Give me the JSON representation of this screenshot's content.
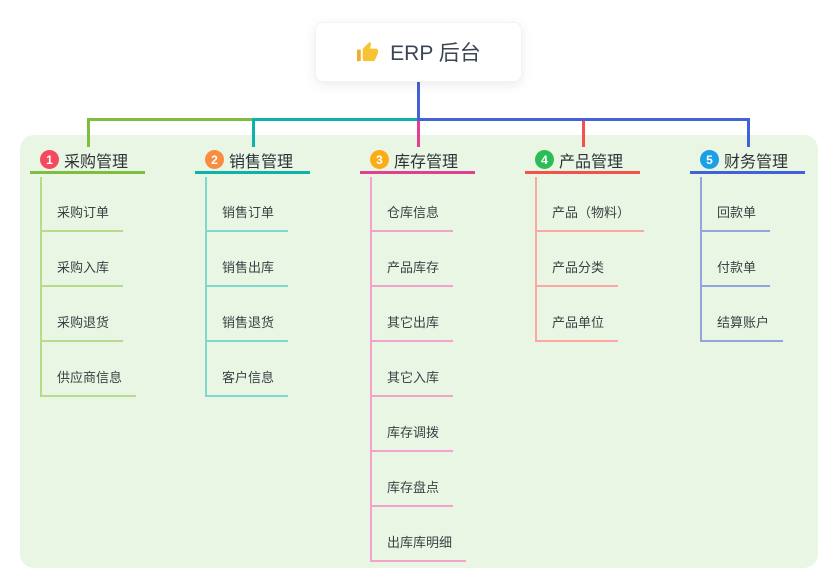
{
  "root": {
    "title": "ERP 后台",
    "icon": "thumbs-up",
    "icon_hand_color": "#f7c334",
    "icon_cuff_color": "#eeae2f",
    "card_bg": "#ffffff",
    "text_color": "#3b4554",
    "drop_line_color": "#4562d5"
  },
  "panel": {
    "bg_color": "#eaf6e4"
  },
  "rail": {
    "segment_colors": [
      "#7cbe3f",
      "#0db3ab",
      "#4562d5"
    ]
  },
  "branches": [
    {
      "badge": "1",
      "badge_color": "#f5495f",
      "label": "采购管理",
      "line_color": "#7cbe3f",
      "child_line_color": "#b5db8b",
      "children": [
        "采购订单",
        "采购入库",
        "采购退货",
        "供应商信息"
      ]
    },
    {
      "badge": "2",
      "badge_color": "#f98c41",
      "label": "销售管理",
      "line_color": "#0db3ab",
      "child_line_color": "#7fd8d0",
      "children": [
        "销售订单",
        "销售出库",
        "销售退货",
        "客户信息"
      ]
    },
    {
      "badge": "3",
      "badge_color": "#fbad18",
      "label": "库存管理",
      "line_color": "#e23e92",
      "child_line_color": "#f2a2cb",
      "children": [
        "仓库信息",
        "产品库存",
        "其它出库",
        "其它入库",
        "库存调拨",
        "库存盘点",
        "出库库明细"
      ]
    },
    {
      "badge": "4",
      "badge_color": "#2dbd57",
      "label": "产品管理",
      "line_color": "#f6504d",
      "child_line_color": "#fba8a2",
      "children": [
        "产品（物料）",
        "产品分类",
        "产品单位"
      ]
    },
    {
      "badge": "5",
      "badge_color": "#1ba0e8",
      "label": "财务管理",
      "line_color": "#4161d8",
      "child_line_color": "#93a5dd",
      "children": [
        "回款单",
        "付款单",
        "结算账户"
      ]
    }
  ]
}
